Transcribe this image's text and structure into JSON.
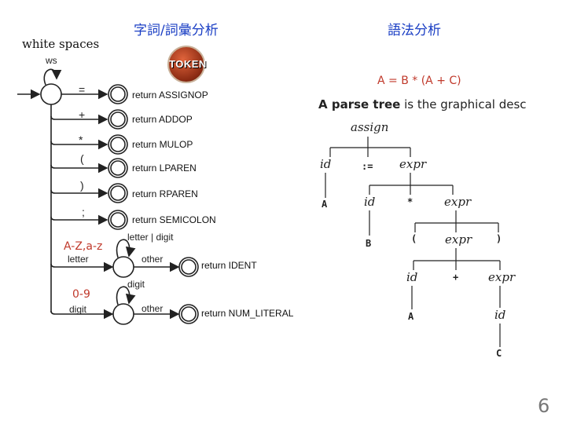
{
  "titles": {
    "left": "字詞/詞彙分析",
    "right": "語法分析"
  },
  "scanner": {
    "ws_heading": "white spaces",
    "ws_label": "ws",
    "badge": "TOKEN",
    "transitions": [
      {
        "symbol": "=",
        "token": "return ASSIGNOP"
      },
      {
        "symbol": "+",
        "token": "return ADDOP"
      },
      {
        "symbol": "*",
        "token": "return MULOP"
      },
      {
        "symbol": "(",
        "token": "return LPAREN"
      },
      {
        "symbol": ")",
        "token": "return RPAREN"
      },
      {
        "symbol": ";",
        "token": "return SEMICOLON"
      }
    ],
    "ident": {
      "range": "A-Z,a-z",
      "enter": "letter",
      "loop": "letter | digit",
      "other": "other",
      "token": "return IDENT"
    },
    "number": {
      "range": "0-9",
      "enter": "digit",
      "loop": "digit",
      "other": "other",
      "token": "return NUM_LITERAL"
    }
  },
  "parser": {
    "expression": "A = B * (A + C)",
    "caption_bold": "A parse tree",
    "caption_rest": "is the graphical desc",
    "tree": {
      "assign": "assign",
      "id": "id",
      "colon_eq": ":=",
      "expr": "expr",
      "A": "A",
      "B": "B",
      "C": "C",
      "star": "*",
      "plus": "+",
      "lparen": "(",
      "rparen": ")"
    }
  },
  "page_number": "6"
}
